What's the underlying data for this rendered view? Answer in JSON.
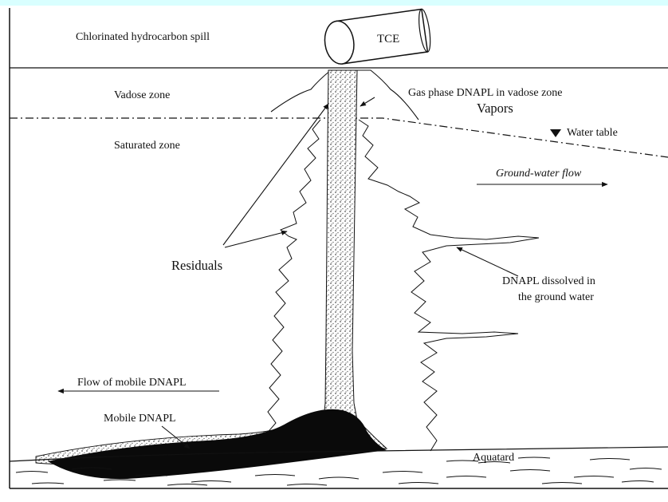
{
  "diagram": {
    "labels": {
      "spill": "Chlorinated hydrocarbon spill",
      "drum": "TCE",
      "vadose": "Vadose zone",
      "gas_phase": "Gas phase DNAPL in vadose zone",
      "vapors": "Vapors",
      "water_table": "Water table",
      "saturated": "Saturated zone",
      "gw_flow": "Ground-water flow",
      "residuals": "Residuals",
      "dissolved_line1": "DNAPL dissolved in",
      "dissolved_line2": "the ground water",
      "flow_mobile": "Flow of mobile DNAPL",
      "mobile": "Mobile DNAPL",
      "aquatard": "Aquatard"
    },
    "colors": {
      "top_border": "#d9ffff",
      "ink": "#111111",
      "stipple": "#9a9a9a",
      "dnapl_pool": "#0a0a0a"
    }
  }
}
